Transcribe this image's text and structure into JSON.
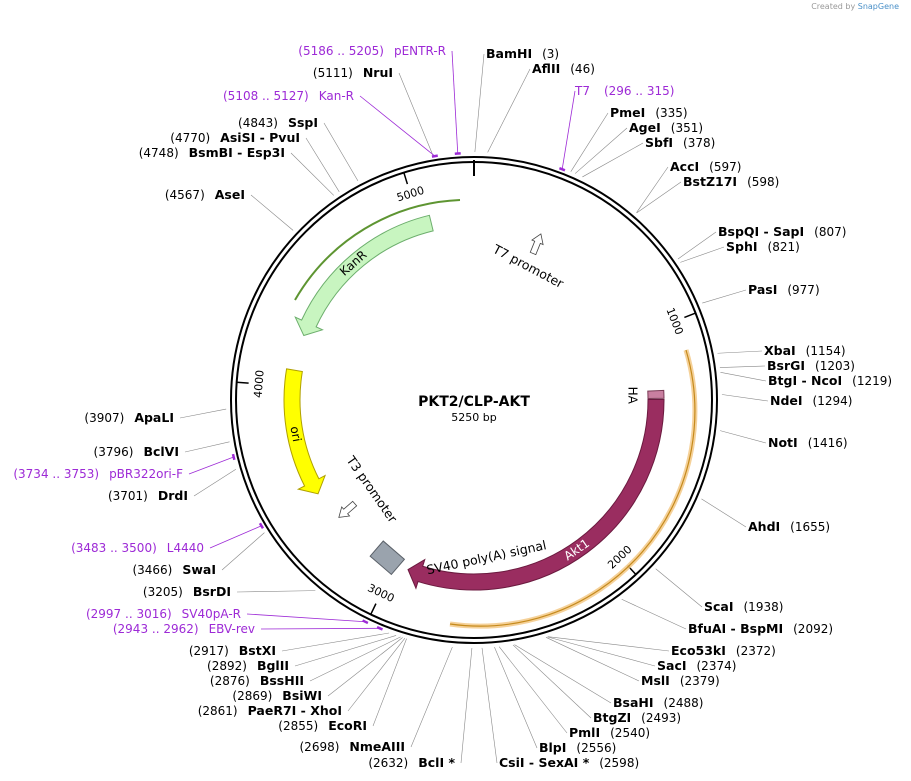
{
  "credit": {
    "prefix": "Created by",
    "brand": "SnapGene"
  },
  "plasmid": {
    "name": "PKT2/CLP-AKT",
    "length": 5250,
    "length_label": "5250 bp"
  },
  "ticks": [
    {
      "pos": 1000,
      "label": "1000"
    },
    {
      "pos": 2000,
      "label": "2000"
    },
    {
      "pos": 3000,
      "label": "3000"
    },
    {
      "pos": 4000,
      "label": "4000"
    },
    {
      "pos": 5000,
      "label": "5000"
    }
  ],
  "features": [
    {
      "name": "kanr-arrow",
      "label": "KanR",
      "start": 4240,
      "end": 5052,
      "dir": -1,
      "color": "#c8f5c0",
      "stroke": "#6cae6c",
      "track": "inner",
      "text_color": "#000"
    },
    {
      "name": "ori-arrow",
      "label": "ori",
      "start": 3485,
      "end": 4075,
      "dir": -1,
      "color": "#ffff00",
      "stroke": "#b0a000",
      "track": "inner",
      "text_color": "#000"
    },
    {
      "name": "akt1-arrow",
      "label": "Akt1",
      "start": 1310,
      "end": 2935,
      "dir": 1,
      "color": "#9a2d60",
      "stroke": "#6b1a3f",
      "track": "inner",
      "text_color": "#fff"
    },
    {
      "name": "ha-tag",
      "label": "HA",
      "start": 1270,
      "end": 1305,
      "dir": 1,
      "color": "#c97fa0",
      "stroke": "#7a3a55",
      "track": "inner",
      "text_color": "#000"
    },
    {
      "name": "sv40-polya-box",
      "label": "SV40 poly(A) signal",
      "start": 2985,
      "end": 3105,
      "dir": 0,
      "color": "#9aa3ad",
      "stroke": "#5a6068",
      "track": "inner",
      "text_color": "#000"
    }
  ],
  "promoters": [
    {
      "name": "t7-promoter",
      "label": "T7 promoter",
      "pos": 320
    },
    {
      "name": "t3-promoter",
      "label": "T3 promoter",
      "pos": 3340
    }
  ],
  "sites": [
    {
      "name": "BamHI",
      "pos": "(3)"
    },
    {
      "name": "AflII",
      "pos": "(46)"
    },
    {
      "name": "PmeI",
      "pos": "(335)"
    },
    {
      "name": "AgeI",
      "pos": "(351)"
    },
    {
      "name": "SbfI",
      "pos": "(378)"
    },
    {
      "name": "AccI",
      "pos": "(597)"
    },
    {
      "name": "BstZ17I",
      "pos": "(598)"
    },
    {
      "name": "BspQI",
      "name2": "SapI",
      "pos": "(807)"
    },
    {
      "name": "SphI",
      "pos": "(821)"
    },
    {
      "name": "PasI",
      "pos": "(977)"
    },
    {
      "name": "XbaI",
      "pos": "(1154)"
    },
    {
      "name": "BsrGI",
      "pos": "(1203)"
    },
    {
      "name": "BtgI",
      "name2": "NcoI",
      "pos": "(1219)"
    },
    {
      "name": "NdeI",
      "pos": "(1294)"
    },
    {
      "name": "NotI",
      "pos": "(1416)"
    },
    {
      "name": "AhdI",
      "pos": "(1655)"
    },
    {
      "name": "ScaI",
      "pos": "(1938)"
    },
    {
      "name": "BfuAI",
      "name2": "BspMI",
      "pos": "(2092)"
    },
    {
      "name": "Eco53kI",
      "pos": "(2372)"
    },
    {
      "name": "SacI",
      "pos": "(2374)"
    },
    {
      "name": "MslI",
      "pos": "(2379)"
    },
    {
      "name": "BsaHI",
      "pos": "(2488)"
    },
    {
      "name": "BtgZI",
      "pos": "(2493)"
    },
    {
      "name": "PmlI",
      "pos": "(2540)"
    },
    {
      "name": "BlpI",
      "pos": "(2556)"
    },
    {
      "name": "CsiI",
      "name2": "SexAI *",
      "pos": "(2598)"
    },
    {
      "name": "BclI *",
      "pos": "(2632)"
    },
    {
      "name": "NmeAIII",
      "pos": "(2698)"
    },
    {
      "name": "EcoRI",
      "pos": "(2855)"
    },
    {
      "name": "PaeR7I",
      "name2": "XhoI",
      "pos": "(2861)"
    },
    {
      "name": "BsiWI",
      "pos": "(2869)"
    },
    {
      "name": "BssHII",
      "pos": "(2876)"
    },
    {
      "name": "BglII",
      "pos": "(2892)"
    },
    {
      "name": "BstXI",
      "pos": "(2917)"
    },
    {
      "name": "BsrDI",
      "pos": "(3205)"
    },
    {
      "name": "SwaI",
      "pos": "(3466)"
    },
    {
      "name": "DrdI",
      "pos": "(3701)"
    },
    {
      "name": "BclVI",
      "pos": "(3796)"
    },
    {
      "name": "ApaLI",
      "pos": "(3907)"
    },
    {
      "name": "AseI",
      "pos": "(4567)"
    },
    {
      "name": "BsmBI",
      "name2": "Esp3I",
      "pos": "(4748)"
    },
    {
      "name": "AsiSI",
      "name2": "PvuI",
      "pos": "(4770)"
    },
    {
      "name": "SspI",
      "pos": "(4843)"
    },
    {
      "name": "NruI",
      "pos": "(5111)"
    }
  ],
  "primers": [
    {
      "range": "(5186 .. 5205)",
      "name": "pENTR-R"
    },
    {
      "range": "(5108 .. 5127)",
      "name": "Kan-R"
    },
    {
      "range": "",
      "name": "T7",
      "range_after": "(296 .. 315)"
    },
    {
      "range": "(3734 .. 3753)",
      "name": "pBR322ori-F"
    },
    {
      "range": "(3483 .. 3500)",
      "name": "L4440"
    },
    {
      "range": "(2997 .. 3016)",
      "name": "SV40pA-R"
    },
    {
      "range": "(2943 .. 2962)",
      "name": "EBV-rev"
    }
  ]
}
